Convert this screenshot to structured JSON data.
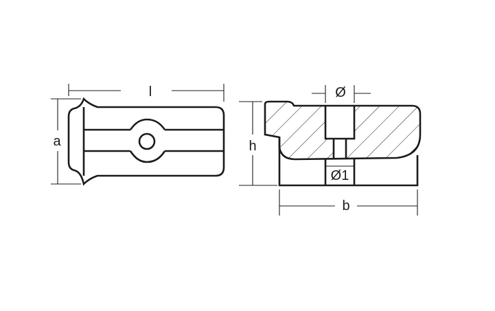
{
  "drawing": {
    "labels": {
      "length": "l",
      "width": "a",
      "height": "h",
      "base": "b",
      "hole_diameter": "Ø",
      "bolt_diameter": "Ø1"
    }
  }
}
